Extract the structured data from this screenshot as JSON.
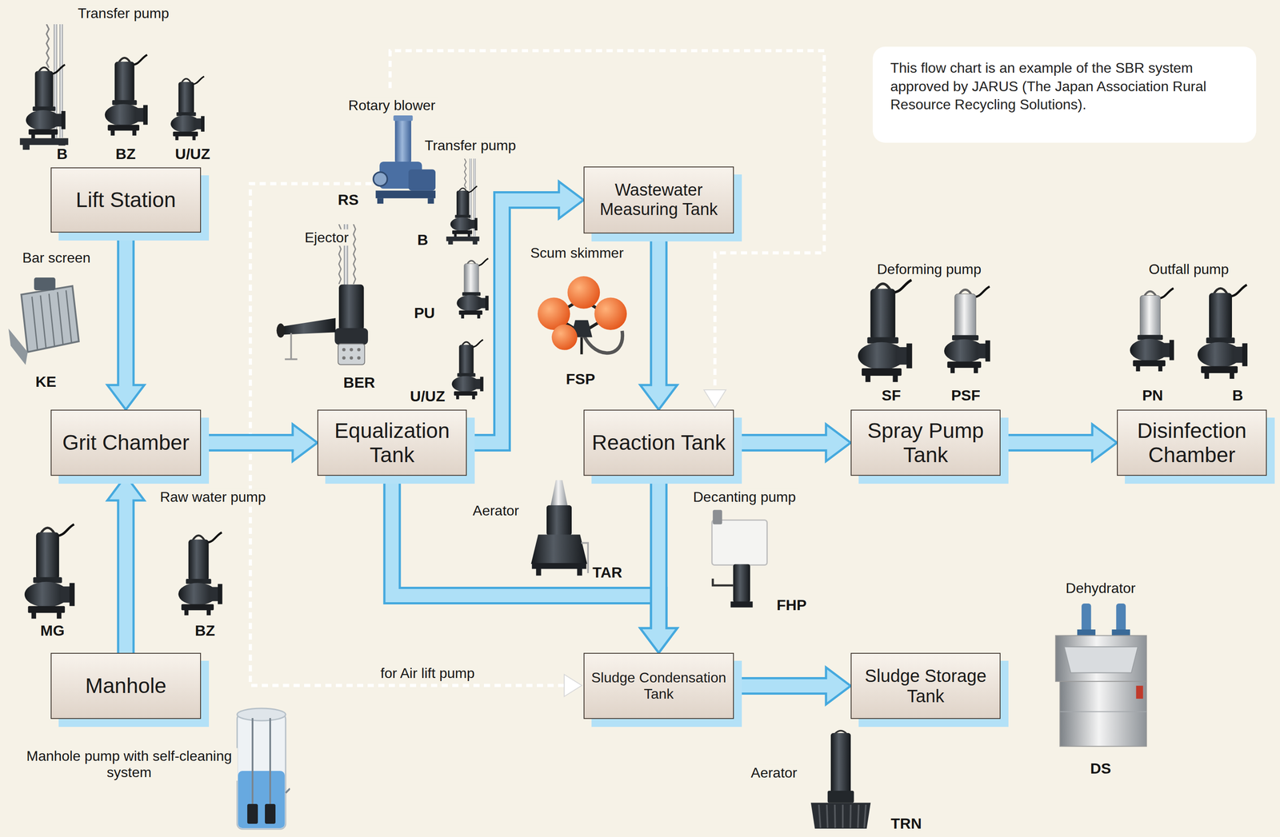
{
  "diagram": {
    "nodes": [
      {
        "text": [
          "Lift Station"
        ]
      },
      {
        "text": [
          "Grit Chamber"
        ]
      },
      {
        "text": [
          "Manhole"
        ]
      },
      {
        "text": [
          "Equalization Tank"
        ]
      },
      {
        "text": [
          "Wastewater Measuring Tank"
        ]
      },
      {
        "text": [
          "Reaction Tank"
        ]
      },
      {
        "text": [
          "Spray Pump Tank"
        ]
      },
      {
        "text": [
          "Disinfection Chamber"
        ]
      },
      {
        "text": [
          "Sludge Condensation Tank"
        ]
      },
      {
        "text": [
          "Sludge Storage Tank"
        ]
      },
      {
        "text": [
          "This flow chart is an example of the SBR system approved by JARUS (The Japan Association Rural Resource Recycling Solutions)."
        ]
      }
    ],
    "edges": [
      {
        "from": 0,
        "to": 1,
        "arrow": "to"
      },
      {
        "from": 2,
        "to": 1,
        "arrow": "to"
      },
      {
        "from": 1,
        "to": 3,
        "arrow": "to"
      },
      {
        "from": 3,
        "to": 4,
        "arrow": "to"
      },
      {
        "from": 4,
        "to": 5,
        "arrow": "to"
      },
      {
        "from": 5,
        "to": 6,
        "arrow": "to"
      },
      {
        "from": 6,
        "to": 7,
        "arrow": "to"
      },
      {
        "from": 3,
        "to": 8,
        "arrow": "to"
      },
      {
        "from": 5,
        "to": 8,
        "arrow": "to"
      },
      {
        "from": 8,
        "to": 9,
        "arrow": "to"
      }
    ],
    "labels": [
      "Transfer pump",
      "B",
      "BZ",
      "U/UZ",
      "Rotary blower",
      "Transfer pump",
      "RS",
      "B",
      "Ejector",
      "Scum skimmer",
      "Bar screen",
      "Deforming pump",
      "Outfall pump",
      "PU",
      "FSP",
      "KE",
      "BER",
      "U/UZ",
      "SF",
      "PSF",
      "PN",
      "B",
      "Raw water pump",
      "Decanting pump",
      "Aerator",
      "TAR",
      "Dehydrator",
      "FHP",
      "MG",
      "BZ",
      "for Air lift pump",
      "Manhole pump with self-cleaning system",
      "DS",
      "Aerator",
      "TRN"
    ]
  }
}
